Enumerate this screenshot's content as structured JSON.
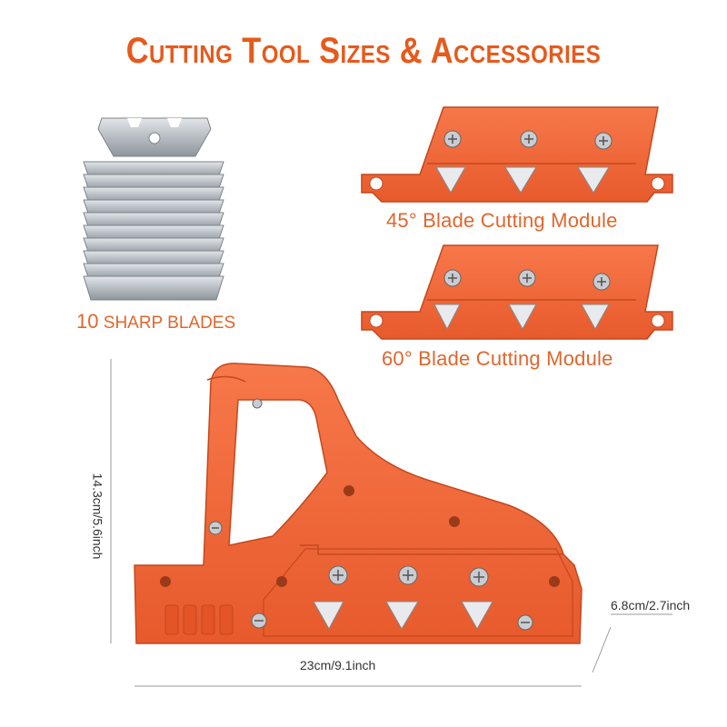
{
  "title": "Cutting Tool Sizes & Accessories",
  "blades": {
    "count": "10",
    "label": "SHARP BLADES"
  },
  "modules": [
    {
      "label": "45° Blade Cutting Module"
    },
    {
      "label": "60° Blade Cutting Module"
    }
  ],
  "dimensions": {
    "height": "14.3cm/5.6inch",
    "width": "23cm/9.1inch",
    "depth": "6.8cm/2.7inch"
  },
  "colors": {
    "accent": "#e65a1c",
    "tool_orange": "#f2683a",
    "blade_steel": "#b9bec4"
  }
}
